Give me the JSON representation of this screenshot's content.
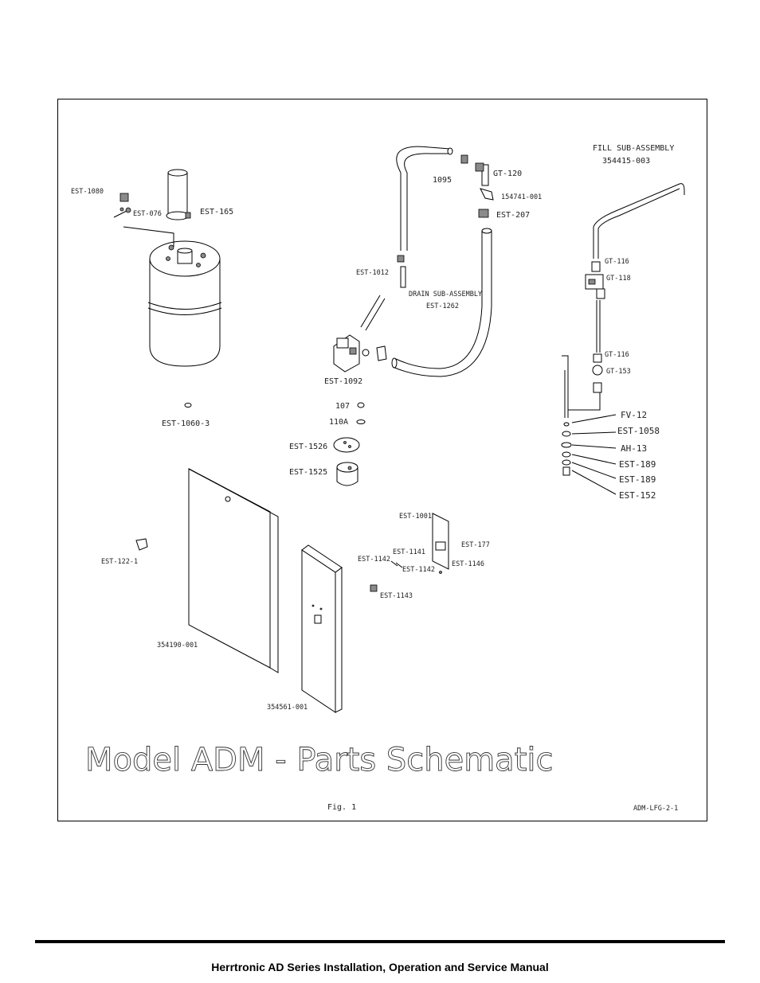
{
  "schematic": {
    "title": "Model ADM - Parts Schematic",
    "fig": "Fig. 1",
    "drawing_no": "ADM-LFG-2-1",
    "fill_subassembly": {
      "name": "FILL SUB-ASSEMBLY",
      "number": "354415-003"
    },
    "drain_subassembly": {
      "name": "DRAIN SUB-ASSEMBLY",
      "number": "EST-1262"
    },
    "labels": {
      "est_1080": "EST-1080",
      "est_076": "EST-076",
      "est_165": "EST-165",
      "est_1060_3": "EST-1060-3",
      "l1095": "1095",
      "gt_120": "GT-120",
      "l154741_001": "154741-001",
      "est_207": "EST-207",
      "est_1012": "EST-1012",
      "est_1092": "EST-1092",
      "l107": "107",
      "l110a": "110A",
      "est_1526": "EST-1526",
      "est_1525": "EST-1525",
      "gt_116_a": "GT-116",
      "gt_118": "GT-118",
      "gt_116_b": "GT-116",
      "gt_153": "GT-153",
      "fv_12": "FV-12",
      "est_1058": "EST-1058",
      "ah_13": "AH-13",
      "est_189_a": "EST-189",
      "est_189_b": "EST-189",
      "est_152": "EST-152",
      "est_122_1": "EST-122-1",
      "l354190_001": "354190-001",
      "l354561_001": "354561-001",
      "est_1001": "EST-1001",
      "est_177": "EST-177",
      "est_1141": "EST-1141",
      "est_1142_a": "EST-1142",
      "est_1142_b": "EST-1142",
      "est_1146": "EST-1146",
      "est_1143": "EST-1143"
    }
  },
  "footer": {
    "text": "Herrtronic AD Series Installation, Operation and Service Manual"
  }
}
